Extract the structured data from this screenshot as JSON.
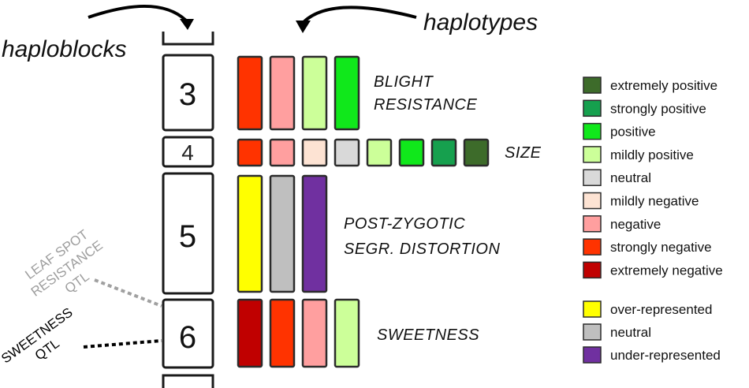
{
  "titles": {
    "haploblocks": "haploblocks",
    "haplotypes": "haplotypes"
  },
  "blocks": [
    {
      "number": "3"
    },
    {
      "number": "4"
    },
    {
      "number": "5"
    },
    {
      "number": "6"
    }
  ],
  "traits": {
    "blight_line1": "BLIGHT",
    "blight_line2": "RESISTANCE",
    "size": "SIZE",
    "segr_line1": "POST-ZYGOTIC",
    "segr_line2": "SEGR. DISTORTION",
    "sweetness": "SWEETNESS"
  },
  "qtl_labels": {
    "leaf_line1": "LEAF SPOT",
    "leaf_line2": "RESISTANCE",
    "leaf_line3": "QTL",
    "sweet_line1": "SWEETNESS",
    "sweet_line2": "QTL"
  },
  "haplotype_rows": {
    "block3": [
      "strongly negative",
      "negative",
      "mildly positive",
      "positive"
    ],
    "block4": [
      "strongly negative",
      "negative",
      "mildly negative",
      "neutral",
      "mildly positive",
      "positive",
      "strongly positive",
      "extremely positive"
    ],
    "block5": [
      "over-represented",
      "neutral",
      "under-represented"
    ],
    "block6": [
      "extremely negative",
      "strongly negative",
      "negative",
      "mildly positive"
    ]
  },
  "legend_effect": [
    {
      "label": "extremely positive",
      "color": "#3d6b2a"
    },
    {
      "label": "strongly positive",
      "color": "#16a04e"
    },
    {
      "label": "positive",
      "color": "#10e81b"
    },
    {
      "label": "mildly positive",
      "color": "#ccff99"
    },
    {
      "label": "neutral",
      "color": "#d9d9d9"
    },
    {
      "label": "mildly negative",
      "color": "#fde3d3"
    },
    {
      "label": "negative",
      "color": "#ff9f9f"
    },
    {
      "label": "strongly negative",
      "color": "#ff3300"
    },
    {
      "label": "extremely negative",
      "color": "#c00000"
    }
  ],
  "legend_distortion": [
    {
      "label": "over-represented",
      "color": "#ffff00"
    },
    {
      "label": "neutral",
      "color": "#bfbfbf"
    },
    {
      "label": "under-represented",
      "color": "#7030a0"
    }
  ]
}
